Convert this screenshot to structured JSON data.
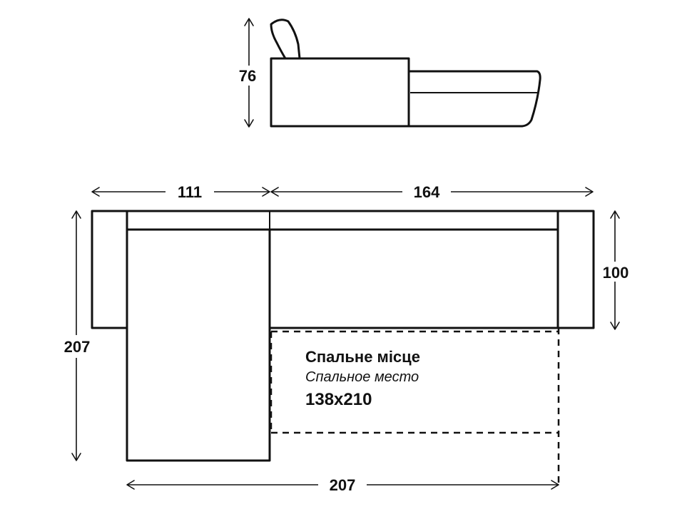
{
  "dimensions": {
    "side_height": "76",
    "chaise_width": "111",
    "sofa_width": "164",
    "depth": "100",
    "total_depth": "207",
    "sleeping_length": "207"
  },
  "sleeping_area": {
    "title_ua": "Спальне місце",
    "title_ru": "Спальное место",
    "size": "138x210"
  }
}
